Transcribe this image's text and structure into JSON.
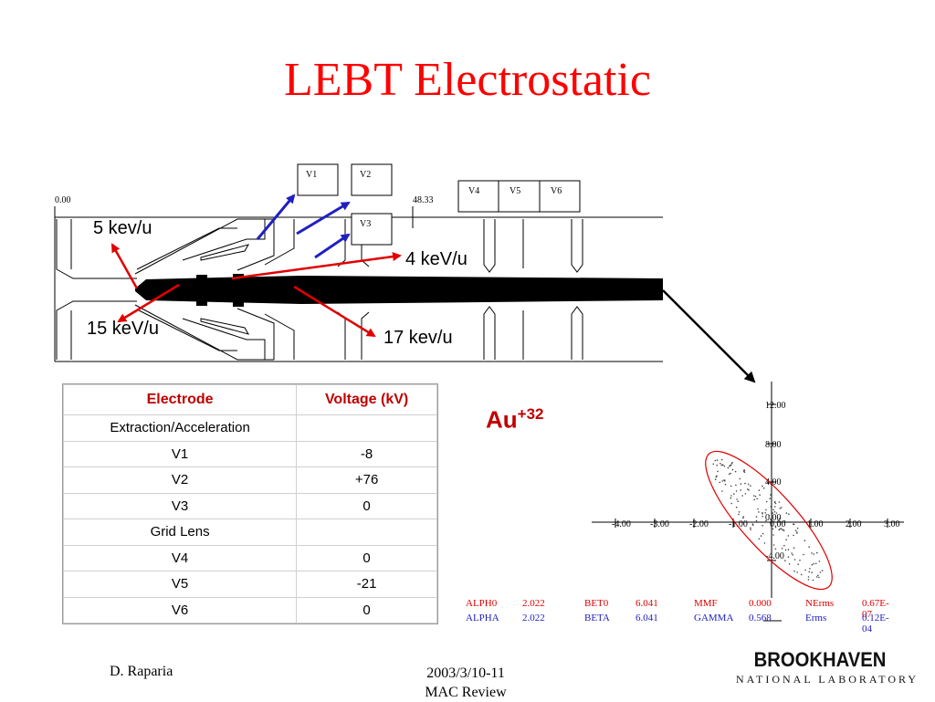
{
  "slide": {
    "title": "LEBT Electrostatic"
  },
  "diagram": {
    "scale_start": "0.00",
    "scale_end": "48.33",
    "electrode_boxes": [
      "V1",
      "V2",
      "V3",
      "V4",
      "V5",
      "V6"
    ],
    "energy_labels": [
      "5 kev/u",
      "4 keV/u",
      "15 keV/u",
      "17 kev/u"
    ],
    "colors": {
      "red_arrows": "#e00000",
      "blue_arrows": "#2020c0",
      "beam": "#000000"
    }
  },
  "table": {
    "headers": [
      "Electrode",
      "Voltage (kV)"
    ],
    "rows": [
      [
        "Extraction/Acceleration",
        ""
      ],
      [
        "V1",
        "-8"
      ],
      [
        "V2",
        "+76"
      ],
      [
        "V3",
        "0"
      ],
      [
        "Grid Lens",
        ""
      ],
      [
        "V4",
        "0"
      ],
      [
        "V5",
        "-21"
      ],
      [
        "V6",
        "0"
      ]
    ]
  },
  "ion": {
    "species": "Au",
    "charge": "+32"
  },
  "emittance_plot": {
    "y_ticks": [
      "12.00",
      "8.00",
      "4.00",
      "0.00",
      "-4.00"
    ],
    "x_ticks": [
      "-4.00",
      "-3.00",
      "-2.00",
      "-1.00",
      "0.00",
      "1.00",
      "2.00",
      "3.00"
    ],
    "params_row1": [
      "ALPH0",
      "2.022",
      "BET0",
      "6.041",
      "MMF",
      "0.000",
      "NErms",
      "0.67E-07"
    ],
    "params_row2": [
      "ALPHA",
      "2.022",
      "BETA",
      "6.041",
      "GAMMA",
      "0.568",
      "Erms",
      "0.12E-04"
    ],
    "row1_color": "#e00000",
    "row2_color": "#2020c0"
  },
  "footer": {
    "author": "D. Raparia",
    "date": "2003/3/10-11",
    "event": "MAC Review",
    "logo_top": "BROOKHAVEN",
    "logo_bottom": "NATIONAL LABORATORY"
  }
}
